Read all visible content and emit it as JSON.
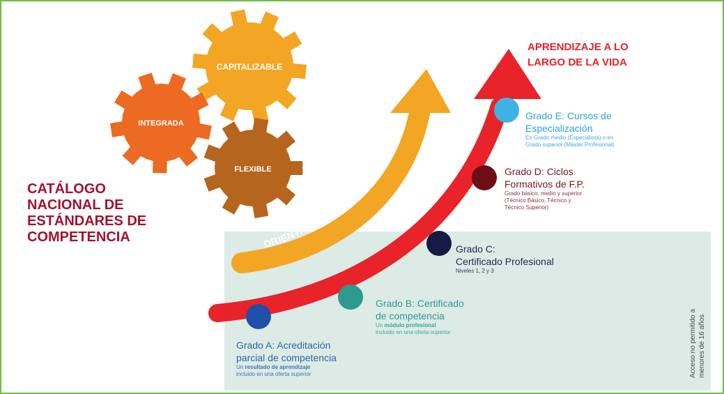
{
  "colors": {
    "frame": "#6bbf3f",
    "catalog_text": "#a3112f",
    "main_arrow": "#e8232a",
    "orientation_arrow": "#f2a623",
    "gear_capitalizable": "#f3a524",
    "gear_integrada": "#ec6a21",
    "gear_flexible": "#b5651d",
    "panel": "#dcebe5",
    "grado_a": "#2f66a9",
    "grado_b": "#2e9a8e",
    "grado_c": "#232a55",
    "grado_d": "#7d1522",
    "grado_e": "#2aa3d9"
  },
  "gears": {
    "capitalizable": "CAPITALIZABLE",
    "integrada": "INTEGRADA",
    "flexible": "FLEXIBLE"
  },
  "catalog_title": [
    "CATÁLOGO",
    "NACIONAL DE",
    "ESTÁNDARES DE",
    "COMPETENCIA"
  ],
  "orientation_label": "ORIENTACIÓN PROFESIONAL",
  "lifelong_title": [
    "APRENDIZAJE A LO",
    "LARGO DE LA VIDA"
  ],
  "grados": {
    "a": {
      "title1": "Grado A: Acreditación",
      "title2": "parcial de competencia",
      "sub1_pre": "Un ",
      "sub1_bold": "resultado de aprendizaje",
      "sub2": "incluido en una oferta superior"
    },
    "b": {
      "title1": "Grado B: Certificado",
      "title2": "de competencia",
      "sub1_pre": "Un ",
      "sub1_bold": "módulo profesional",
      "sub2": "incluido en una oferta superior"
    },
    "c": {
      "title1": "Grado C:",
      "title2": "Certificado Profesional",
      "sub1": "Niveles 1, 2 y 3"
    },
    "d": {
      "title1": "Grado D: Ciclos",
      "title2": "Formativos de F.P.",
      "sub1": "Grado básico, medio y superior",
      "sub2": "(Técnico Básico, Técnico y",
      "sub3": "Técnico Superior)"
    },
    "e": {
      "title1": "Grado E: Cursos de",
      "title2": "Especialización",
      "sub1": "En Grado medio (Especialista) o en",
      "sub2": "Grado superior (Máster Profesional)"
    }
  },
  "access_note": [
    "Acceso no permitido a",
    "menores de 16 años"
  ]
}
